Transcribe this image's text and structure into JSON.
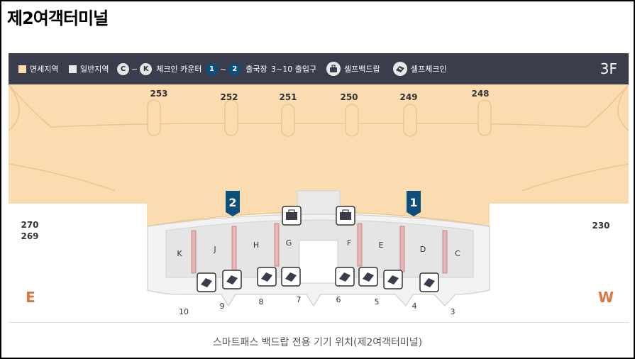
{
  "page_title": "제2여객터미널",
  "legend": {
    "duty_free": "면세지역",
    "general": "일반지역",
    "checkin_from": "C",
    "checkin_tilde": "~",
    "checkin_to": "K",
    "checkin_label": "체크인 카운터",
    "dep_from": "1",
    "dep_tilde": "~",
    "dep_to": "2",
    "departure_label": "출국장",
    "entrance_label": "3~10 출입구",
    "self_bagdrop_label": "셀프백드랍",
    "self_checkin_label": "셀프체크인",
    "floor": "3F"
  },
  "colors": {
    "duty_free": "#fbdcb1",
    "duty_free_edge": "#efc48a",
    "general": "#e9e9e9",
    "legend_bg": "#3a3d4b",
    "departure": "#0b4f7c",
    "direction": "#d9773f"
  },
  "gates": [
    "253",
    "252",
    "251",
    "250",
    "249",
    "248"
  ],
  "side_gates": {
    "left_top": "270",
    "left_bottom": "269",
    "right": "230"
  },
  "directions": {
    "east": "E",
    "west": "W"
  },
  "counters": [
    "K",
    "J",
    "H",
    "G",
    "F",
    "E",
    "D",
    "C"
  ],
  "departures": [
    "2",
    "1"
  ],
  "entrances": [
    "10",
    "9",
    "8",
    "7",
    "6",
    "5",
    "4",
    "3"
  ],
  "caption": "스마트패스 백드랍 전용 기기 위치(제2여객터미널)"
}
